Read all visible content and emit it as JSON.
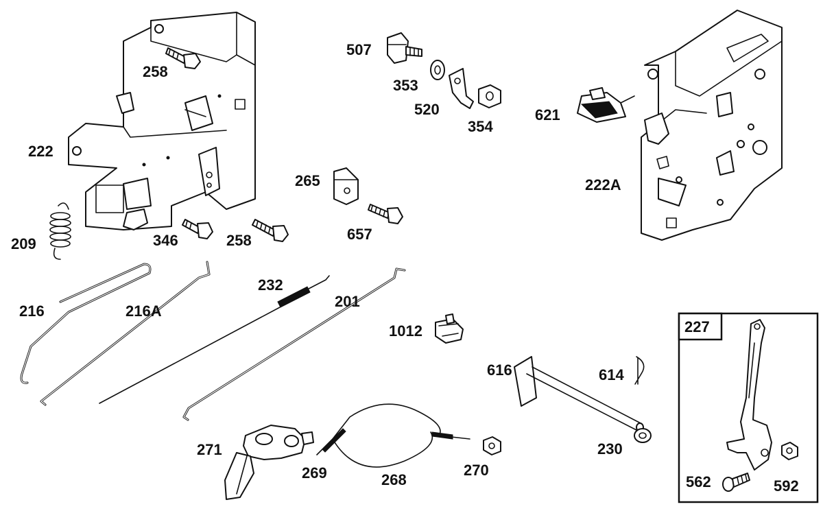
{
  "diagram": {
    "labels": {
      "l258a": "258",
      "l222": "222",
      "l209": "209",
      "l346": "346",
      "l258b": "258",
      "l507": "507",
      "l353": "353",
      "l520": "520",
      "l354": "354",
      "l621": "621",
      "l222A": "222A",
      "l265": "265",
      "l657": "657",
      "l216": "216",
      "l216A": "216A",
      "l232": "232",
      "l201": "201",
      "l1012": "1012",
      "l616": "616",
      "l614": "614",
      "l230": "230",
      "l271": "271",
      "l269": "269",
      "l268": "268",
      "l270": "270",
      "l227": "227",
      "l562": "562",
      "l592": "592"
    }
  }
}
